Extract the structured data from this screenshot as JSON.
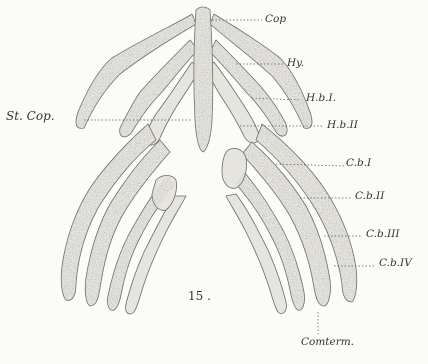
{
  "figure": {
    "number": "15 .",
    "subject": "hyobranchial-skeleton",
    "colors": {
      "background": "#fbfbf8",
      "ink": "#333333",
      "cartilage_fill": "#e6e4df",
      "stipple": "#7a7a74"
    }
  },
  "labels": {
    "copula": "Cop",
    "hyale": "Hy.",
    "hypobranchial_1": "H.b.I.",
    "hypobranchial_2": "H.b.II",
    "stylus_copulae": "St. Cop.",
    "ceratobranchial_1": "C.b.I",
    "ceratobranchial_2": "C.b.II",
    "ceratobranchial_3": "C.b.III",
    "ceratobranchial_4": "C.b.IV",
    "commissura_terminalis": "Comterm."
  }
}
